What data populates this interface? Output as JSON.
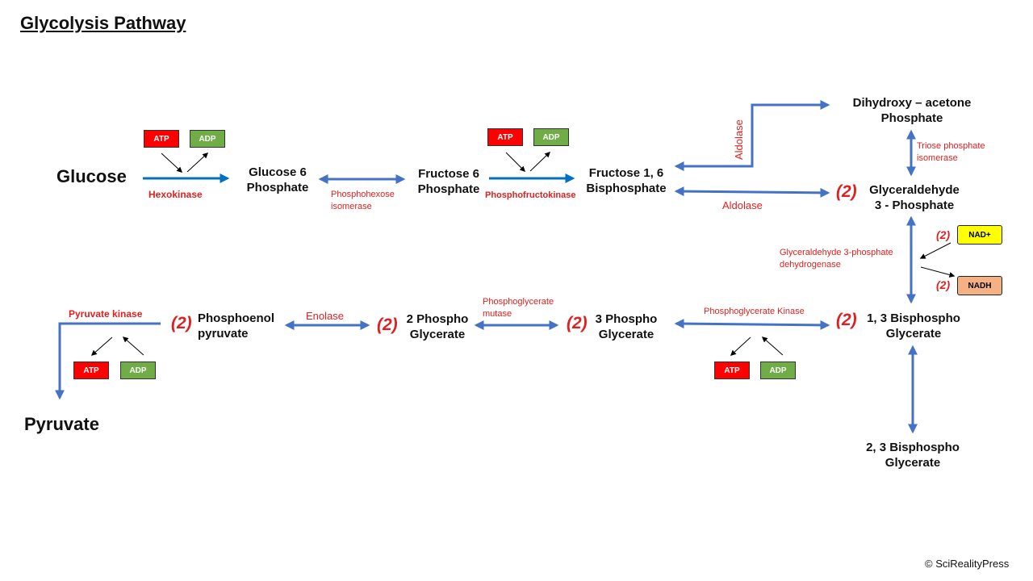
{
  "title": "Glycolysis Pathway",
  "molecules": {
    "glucose": "Glucose",
    "g6p": [
      "Glucose 6",
      "Phosphate"
    ],
    "f6p": [
      "Fructose 6",
      "Phosphate"
    ],
    "f16bp": [
      "Fructose 1, 6",
      "Bisphosphate"
    ],
    "dhap": [
      "Dihydroxy – acetone",
      "Phosphate"
    ],
    "g3p": [
      "Glyceraldehyde",
      "3 - Phosphate"
    ],
    "bpg13": [
      "1, 3 Bisphospho",
      "Glycerate"
    ],
    "bpg23": [
      "2, 3 Bisphospho",
      "Glycerate"
    ],
    "pg3": [
      "3 Phospho",
      "Glycerate"
    ],
    "pg2": [
      "2 Phospho",
      "Glycerate"
    ],
    "pep": [
      "Phosphoenol",
      "pyruvate"
    ],
    "pyruvate": "Pyruvate"
  },
  "enzymes": {
    "hexokinase": "Hexokinase",
    "phi": [
      "Phosphohexose",
      "isomerase"
    ],
    "pfk": "Phosphofructokinase",
    "aldolase_vertical": "Aldolase",
    "aldolase": "Aldolase",
    "tpi": [
      "Triose phosphate",
      "isomerase"
    ],
    "gapdh": [
      "Glyceraldehyde 3-phosphate",
      "dehydrogenase"
    ],
    "pgk": "Phosphoglycerate Kinase",
    "pgm": [
      "Phosphoglycerate",
      "mutase"
    ],
    "enolase": "Enolase",
    "pk": "Pyruvate kinase"
  },
  "cofactors": {
    "atp": "ATP",
    "adp": "ADP",
    "nad": "NAD+",
    "nadh": "NADH"
  },
  "stoich": "(2)",
  "copyright": "© SciRealityPress",
  "colors": {
    "arrow": "#4472c4",
    "irreversible": "#0070c0",
    "enzyme_text": "#e02020",
    "atp": "#ff0000",
    "adp": "#70ad47",
    "nad": "#ffff00",
    "nadh": "#f4b183"
  }
}
